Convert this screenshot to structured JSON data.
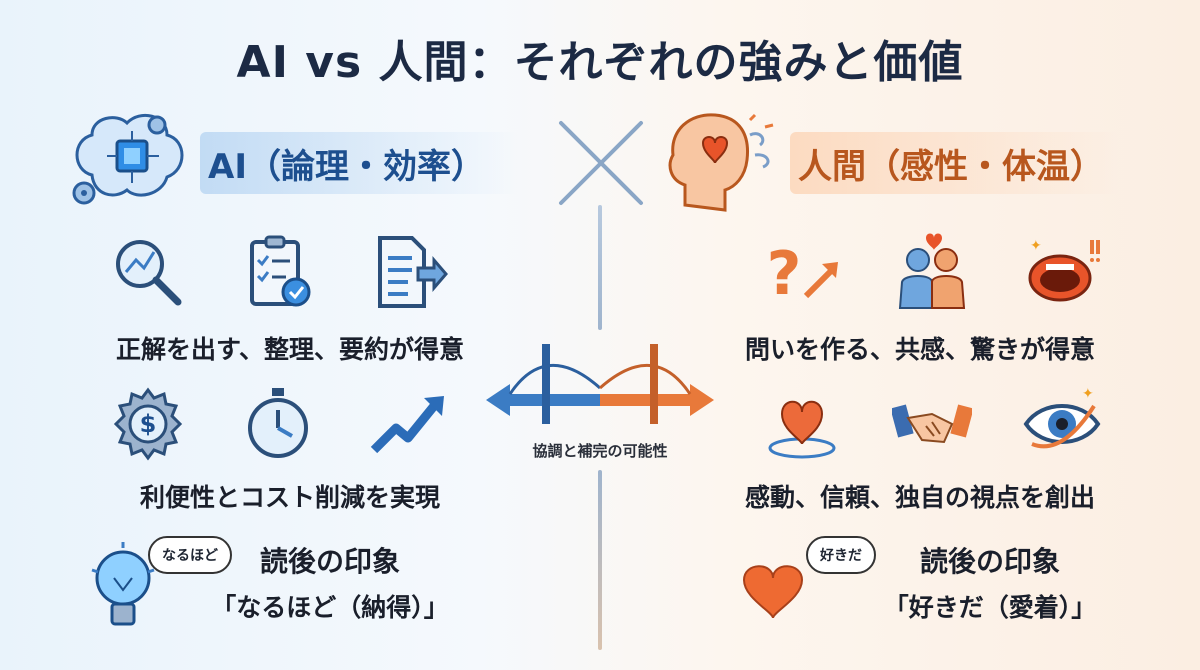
{
  "title": "AI vs 人間：それぞれの強みと価値",
  "ai": {
    "heading": "AI（論理・効率）",
    "caption1": "正解を出す、整理、要約が得意",
    "caption2": "利便性とコスト削減を実現",
    "impression_heading": "読後の印象",
    "impression_quote": "「なるほど（納得）」",
    "bubble": "なるほど",
    "icons": [
      "brain-chip-icon",
      "magnifier-chart-icon",
      "checklist-icon",
      "document-arrow-icon",
      "dollar-gear-icon",
      "stopwatch-icon",
      "trend-arrow-icon",
      "lightbulb-icon"
    ]
  },
  "human": {
    "heading": "人間（感性・体温）",
    "caption1": "問いを作る、共感、驚きが得意",
    "caption2": "感動、信頼、独自の視点を創出",
    "impression_heading": "読後の印象",
    "impression_quote": "「好きだ（愛着）」",
    "bubble": "好きだ",
    "icons": [
      "head-heart-icon",
      "question-arrow-icon",
      "hug-icon",
      "surprised-mouth-icon",
      "heart-ripple-icon",
      "handshake-icon",
      "eye-icon",
      "heart-icon"
    ]
  },
  "bridge_label": "協調と補完の可能性",
  "colors": {
    "ai_accent": "#3b7cc4",
    "human_accent": "#e8793a",
    "title": "#1c2a44"
  }
}
